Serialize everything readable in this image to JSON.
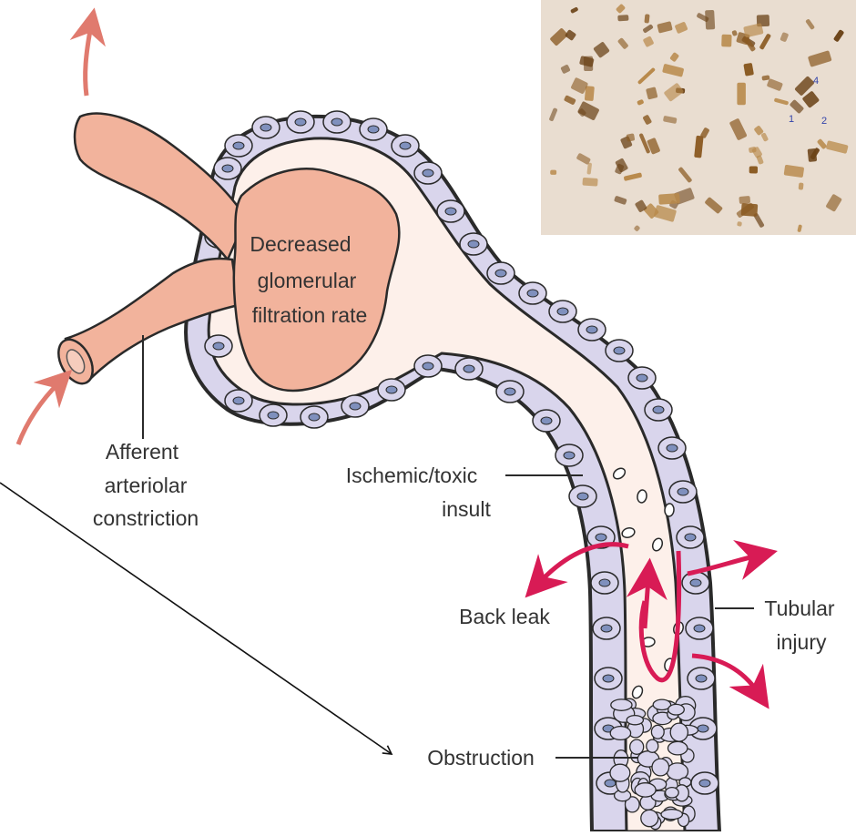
{
  "labels": {
    "gfr": [
      "Decreased",
      "glomerular",
      "filtration rate"
    ],
    "afferent": [
      "Afferent",
      "arteriolar",
      "constriction"
    ],
    "ischemic": [
      "Ischemic/toxic",
      "insult"
    ],
    "back_leak": "Back leak",
    "tubular": [
      "Tubular",
      "injury"
    ],
    "obstruction": "Obstruction"
  },
  "micrograph": {
    "markers": [
      "1",
      "2",
      "4"
    ]
  },
  "colors": {
    "vessel": "#f2b39c",
    "tubule_lumen": "#fdf0ea",
    "cell": "#d9d5ec",
    "nucleus": "#7f90bd",
    "flow_arrow": "#e07a6e",
    "leak_arrow": "#d81b55",
    "micrograph_bg": "#e9ddd0",
    "crystal": "#8a5a22"
  }
}
